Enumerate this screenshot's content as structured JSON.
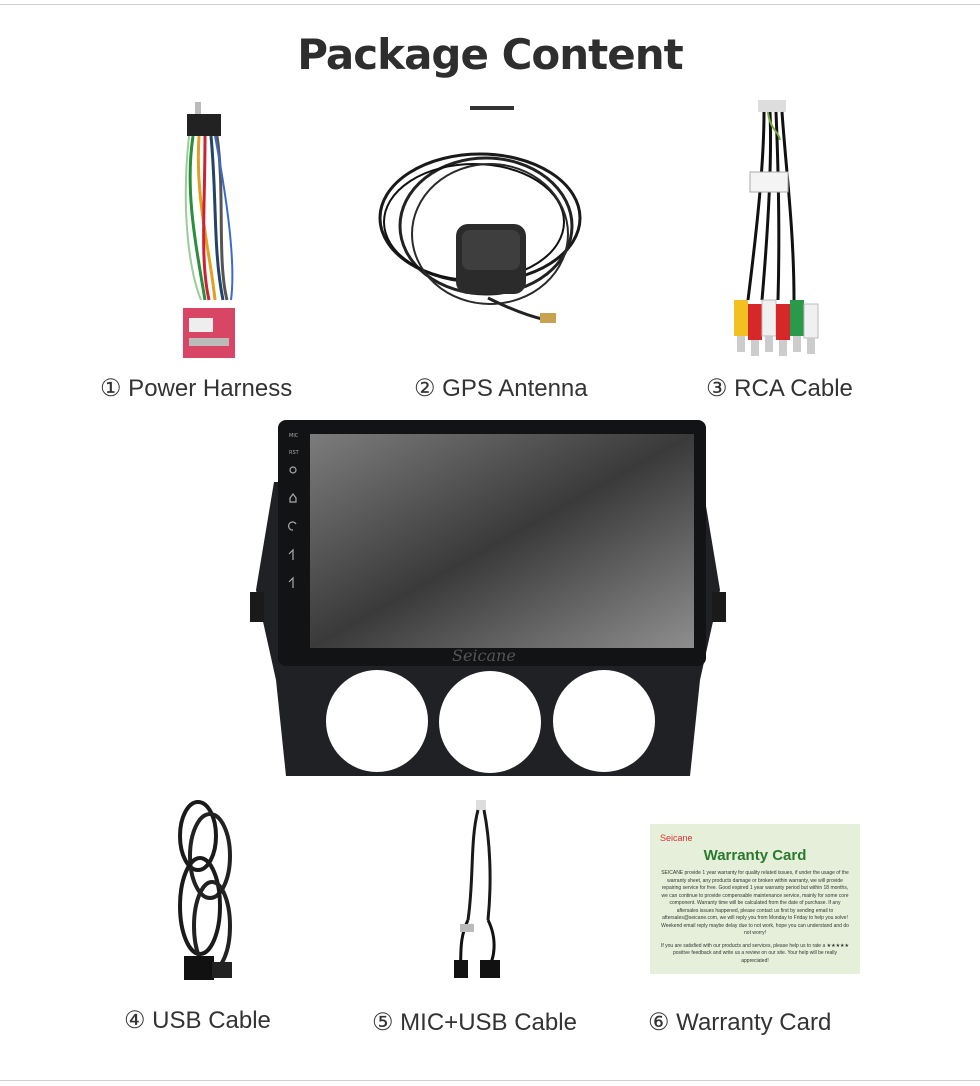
{
  "header": {
    "title": "Package Content"
  },
  "items": [
    {
      "caption": "① Power Harness",
      "icon": "power-harness"
    },
    {
      "caption": "② GPS Antenna",
      "icon": "gps-antenna"
    },
    {
      "caption": "③ RCA Cable",
      "icon": "rca-cable"
    },
    {
      "caption": "④ USB Cable",
      "icon": "usb-cable"
    },
    {
      "caption": "⑤ MIC+USB Cable",
      "icon": "mic-usb-cable"
    },
    {
      "caption": "⑥ Warranty Card",
      "icon": "warranty-card"
    }
  ],
  "head_unit": {
    "side_labels": [
      "MIC",
      "RST"
    ],
    "screen_brand": "Seicane"
  },
  "warranty_card": {
    "brand": "Seicane",
    "title": "Warranty Card",
    "body": "SEICANE provide 1 year warranty for quality related issues, if under the usage of the warranty sheet, any products damage or broken within warranty, we will provide repairing service for free. Good expired 1 year warranty period but within 18 months, we can continue to provide compensable maintenance service, mainly for some core component. Warranty time will be calculated from the date of purchase. If any aftersales issues happened, please contact us first by sending email to aftersales@seicane.com, we will reply you from Monday to Friday to help you solve! Weekend email reply maybe delay due to not work, hope you can understand and do not worry!",
    "note": "If you are satisfied with our products and services, please help us to rate a ★★★★★ positive feedback and write us a review on our site. Your help will be really appreciated!"
  },
  "colors": {
    "title": "#2e2e2e",
    "card_bg": "#e6efd9",
    "card_title": "#2a7a2e",
    "brand_red": "#d33333"
  }
}
